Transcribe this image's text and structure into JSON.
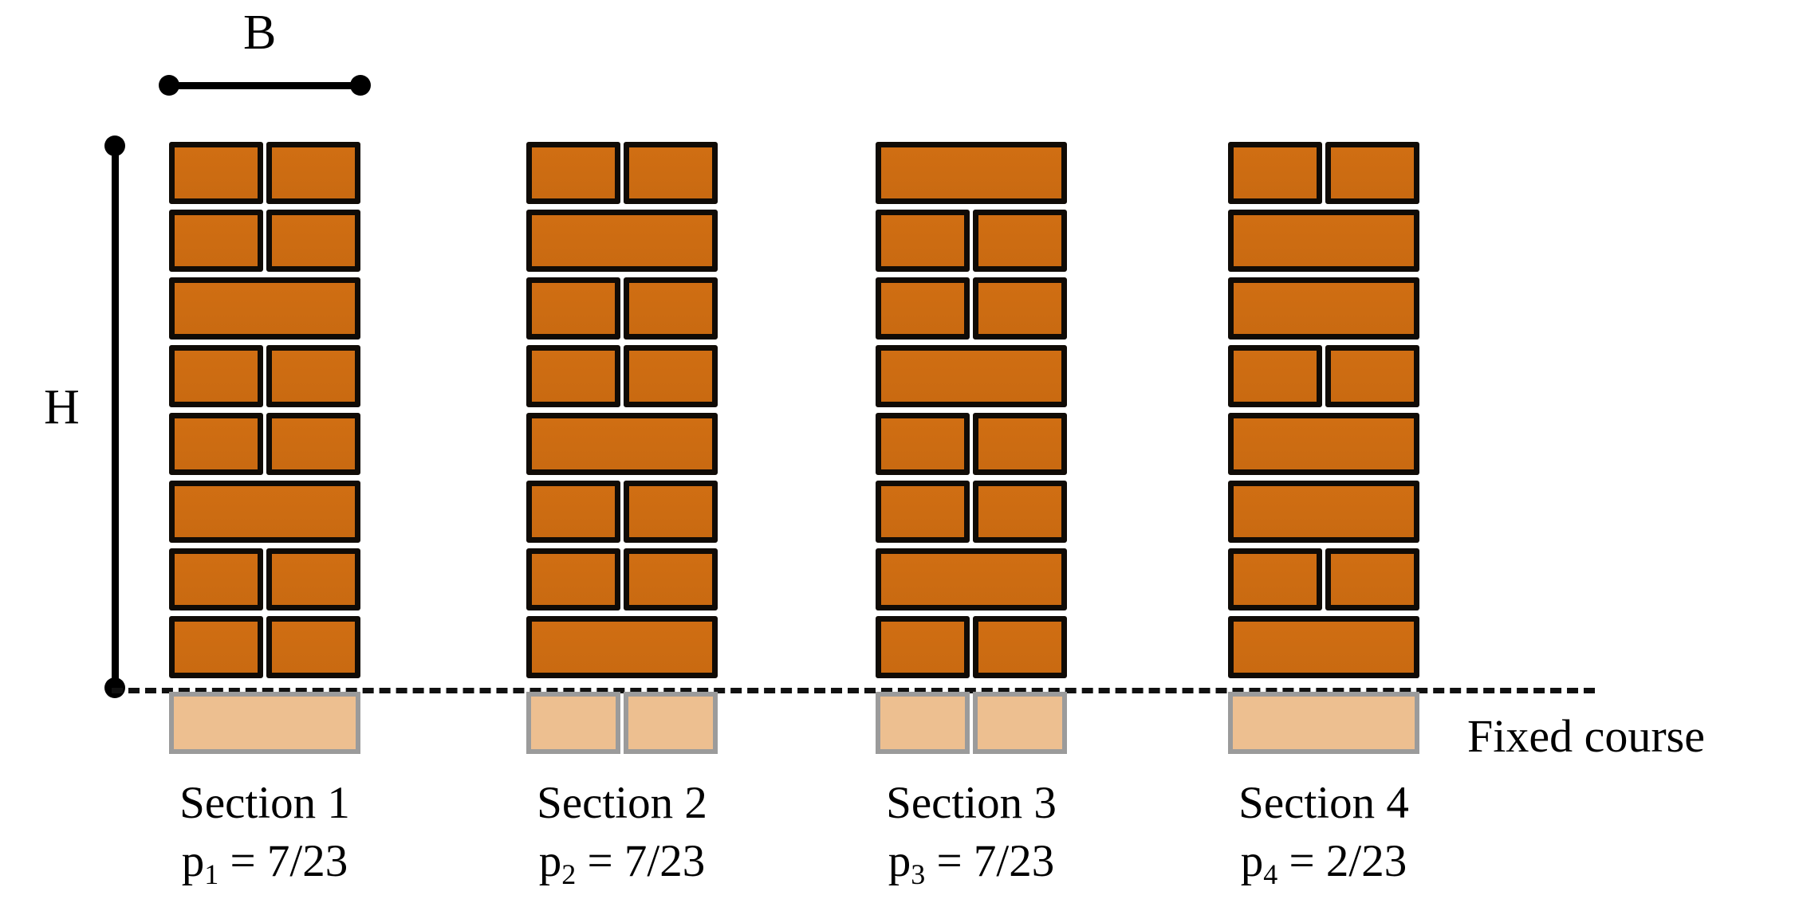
{
  "figure": {
    "type": "masonry-wall-sections-diagram",
    "background_color": "#ffffff",
    "brick_color": "#d06e13",
    "brick_outline_color": "#100b06",
    "fixed_course_color": "#edbf90",
    "fixed_course_outline_color": "#9b9b9b",
    "marker_color": "#000000"
  },
  "dimensions": {
    "width_label": "B",
    "height_label": "H"
  },
  "annotations": {
    "fixed_course_label": "Fixed course"
  },
  "sections": [
    {
      "name": "Section 1",
      "probability_symbol": "p",
      "probability_index": "1",
      "probability_equals": " = ",
      "probability_value": "7/23",
      "probability_text": "p1 = 7/23",
      "courses": [
        [
          "half",
          "half"
        ],
        [
          "half",
          "half"
        ],
        [
          "full"
        ],
        [
          "half",
          "half"
        ],
        [
          "half",
          "half"
        ],
        [
          "full"
        ],
        [
          "half",
          "half"
        ],
        [
          "half",
          "half"
        ]
      ],
      "fixed_course": [
        "full"
      ]
    },
    {
      "name": "Section 2",
      "probability_symbol": "p",
      "probability_index": "2",
      "probability_equals": " = ",
      "probability_value": "7/23",
      "probability_text": "p2 = 7/23",
      "courses": [
        [
          "half",
          "half"
        ],
        [
          "full"
        ],
        [
          "half",
          "half"
        ],
        [
          "half",
          "half"
        ],
        [
          "full"
        ],
        [
          "half",
          "half"
        ],
        [
          "half",
          "half"
        ],
        [
          "full"
        ]
      ],
      "fixed_course": [
        "half",
        "half"
      ]
    },
    {
      "name": "Section 3",
      "probability_symbol": "p",
      "probability_index": "3",
      "probability_equals": " = ",
      "probability_value": "7/23",
      "probability_text": "p3 = 7/23",
      "courses": [
        [
          "full"
        ],
        [
          "half",
          "half"
        ],
        [
          "half",
          "half"
        ],
        [
          "full"
        ],
        [
          "half",
          "half"
        ],
        [
          "half",
          "half"
        ],
        [
          "full"
        ],
        [
          "half",
          "half"
        ]
      ],
      "fixed_course": [
        "half",
        "half"
      ]
    },
    {
      "name": "Section 4",
      "probability_symbol": "p",
      "probability_index": "4",
      "probability_equals": " = ",
      "probability_value": "2/23",
      "probability_text": "p4 = 2/23",
      "courses": [
        [
          "half",
          "half"
        ],
        [
          "full"
        ],
        [
          "full"
        ],
        [
          "half",
          "half"
        ],
        [
          "full"
        ],
        [
          "full"
        ],
        [
          "half",
          "half"
        ],
        [
          "full"
        ]
      ],
      "fixed_course": [
        "full"
      ]
    }
  ],
  "chart_data": {
    "type": "diagram",
    "title": "",
    "categories": [
      "Section 1",
      "Section 2",
      "Section 3",
      "Section 4"
    ],
    "values": [
      0.3043,
      0.3043,
      0.3043,
      0.087
    ],
    "value_labels": [
      "7/23",
      "7/23",
      "7/23",
      "2/23"
    ],
    "notes": "Probability p_i assigned to each wall section; courses-per-section = 8 above the fixed course."
  }
}
